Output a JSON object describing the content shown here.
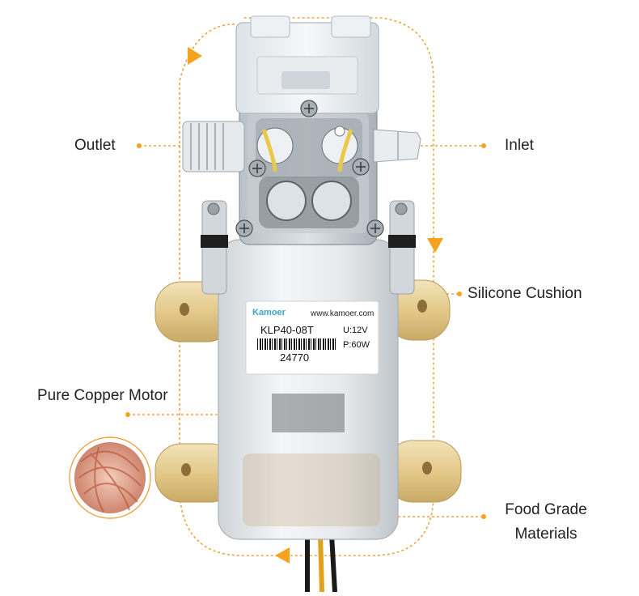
{
  "colors": {
    "accent": "#f5a21f",
    "leader": "#f0a341",
    "text": "#222222"
  },
  "labels": {
    "outlet": "Outlet",
    "inlet": "Inlet",
    "silicone_cushion": "Silicone Cushion",
    "pure_copper_motor": "Pure Copper Motor",
    "food_grade_line1": "Food Grade",
    "food_grade_line2": "Materials"
  },
  "product_label": {
    "brand": "Kamoer",
    "website": "www.kamoer.com",
    "model": "KLP40-08T",
    "voltage": "U:12V",
    "power": "P:60W",
    "serial": "24770"
  },
  "icons": {
    "flow_arrows": "triangle-arrow-icon",
    "copper_inset": "copper-wire-icon"
  }
}
